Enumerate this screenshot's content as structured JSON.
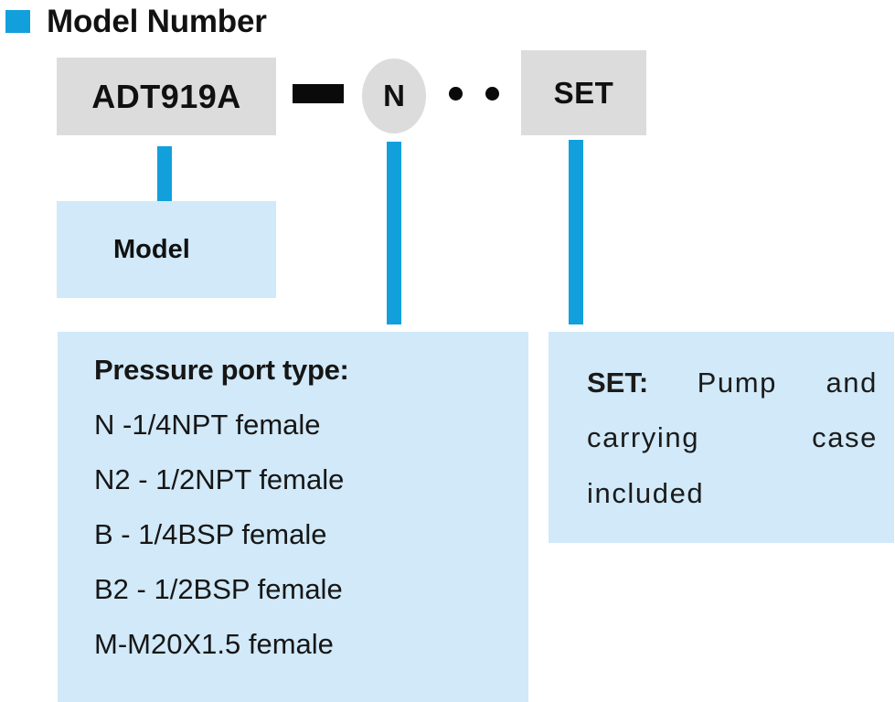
{
  "header": {
    "bullet_icon": "blue-square-bullet",
    "title": "Model Number"
  },
  "colors": {
    "accent_blue": "#12a0dd",
    "panel_blue": "#d1e9f8",
    "chip_grey": "#dcdcdc",
    "text_black": "#111111"
  },
  "code_row": {
    "model_chip": "ADT919A",
    "separator_dash": "—",
    "port_chip": "N",
    "dot_1": "•",
    "dot_2": "•",
    "set_chip": "SET"
  },
  "panels": {
    "model": {
      "label": "Model"
    },
    "port": {
      "heading": "Pressure port type:",
      "options": [
        "N -1/4NPT female",
        "N2 - 1/2NPT female",
        "B - 1/4BSP female",
        "B2 - 1/2BSP female",
        "M-M20X1.5 female"
      ]
    },
    "set": {
      "key": "SET:",
      "description": " Pump and carrying case included"
    }
  }
}
